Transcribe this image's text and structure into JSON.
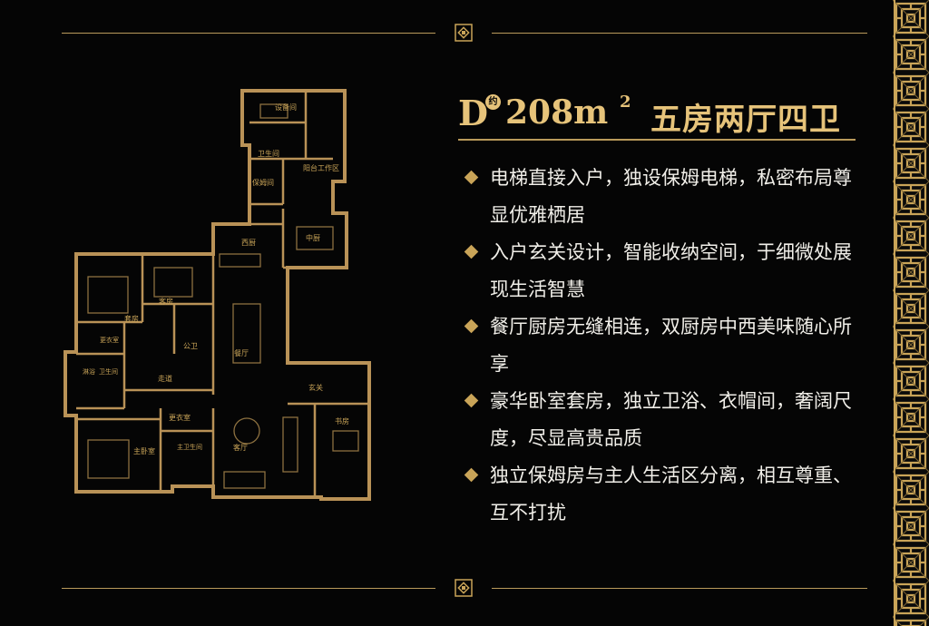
{
  "colors": {
    "background": "#050505",
    "gold": "#c9a458",
    "title_gold": "#e6c37a",
    "text": "#f1efe9"
  },
  "title": {
    "letter": "D",
    "badge": "约",
    "area": "208m",
    "sup": "2",
    "rooms": "五房两厅四卫"
  },
  "features": [
    {
      "text": "电梯直接入户，独设保姆电梯，私密布局尊显优雅栖居"
    },
    {
      "text": "入户玄关设计，智能收纳空间，于细微处展现生活智慧"
    },
    {
      "text": "餐厅厨房无缝相连，双厨房中西美味随心所享"
    },
    {
      "text": "豪华卧室套房，独立卫浴、衣帽间，奢阔尺度，尽显高贵品质"
    },
    {
      "text": "独立保姆房与主人生活区分离，相互尊重、互不打扰"
    }
  ],
  "floorplan": {
    "rooms": {
      "equipment": "设备间",
      "bath_top": "卫生间",
      "maid": "保姆间",
      "balcony": "阳台工作区",
      "west_kitchen": "西厨",
      "chinese_kitchen": "中厨",
      "suite": "套房",
      "guest": "客房",
      "public_bath": "公卫",
      "dining": "餐厅",
      "closet_a": "更衣室",
      "bath_a": "卫生间",
      "shower": "淋浴",
      "corridor": "走道",
      "foyer": "玄关",
      "closet_b": "更衣室",
      "study": "书房",
      "master": "主卧室",
      "master_bath": "主卫生间",
      "living": "客厅"
    }
  }
}
